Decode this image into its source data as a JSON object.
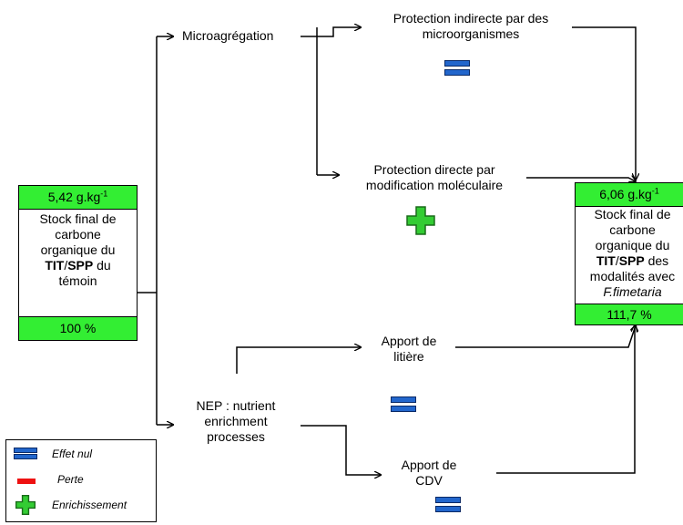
{
  "left_box": {
    "value": "5,42 g.kg",
    "value_sup": "-1",
    "desc_line1": "Stock final de",
    "desc_line2": "carbone",
    "desc_line3": "organique du",
    "desc_bold": "TIT",
    "desc_sep": "/",
    "desc_bold2": "SPP",
    "desc_after": " du",
    "desc_line5": "témoin",
    "percent": "100 %"
  },
  "right_box": {
    "value": "6,06  g.kg",
    "value_sup": "-1",
    "desc_line1": "Stock final de",
    "desc_line2": "carbone",
    "desc_line3": "organique du",
    "desc_bold": "TIT",
    "desc_sep": "/",
    "desc_bold2": "SPP",
    "desc_after": " des",
    "desc_line5": "modalités avec",
    "desc_italic": "F.fimetaria",
    "percent": "111,7 %"
  },
  "nodes": {
    "microaggregation": "Microagrégation",
    "indirect_line1": "Protection indirecte par des",
    "indirect_line2": "microorganismes",
    "direct_line1": "Protection directe par",
    "direct_line2": "modification moléculaire",
    "nep_line1": "NEP : nutrient",
    "nep_line2": "enrichment",
    "nep_line3": "processes",
    "litter_line1": "Apport de",
    "litter_line2": "litière",
    "cdv_line1": "Apport de",
    "cdv_line2": "CDV"
  },
  "legend": {
    "null_effect": "Effet nul",
    "loss": "Perte",
    "enrichment": "Enrichissement"
  },
  "colors": {
    "green": "#33ee33",
    "null_blue": "#2266cc",
    "loss_red": "#ee1111",
    "enrich_green": "#33cc33"
  }
}
